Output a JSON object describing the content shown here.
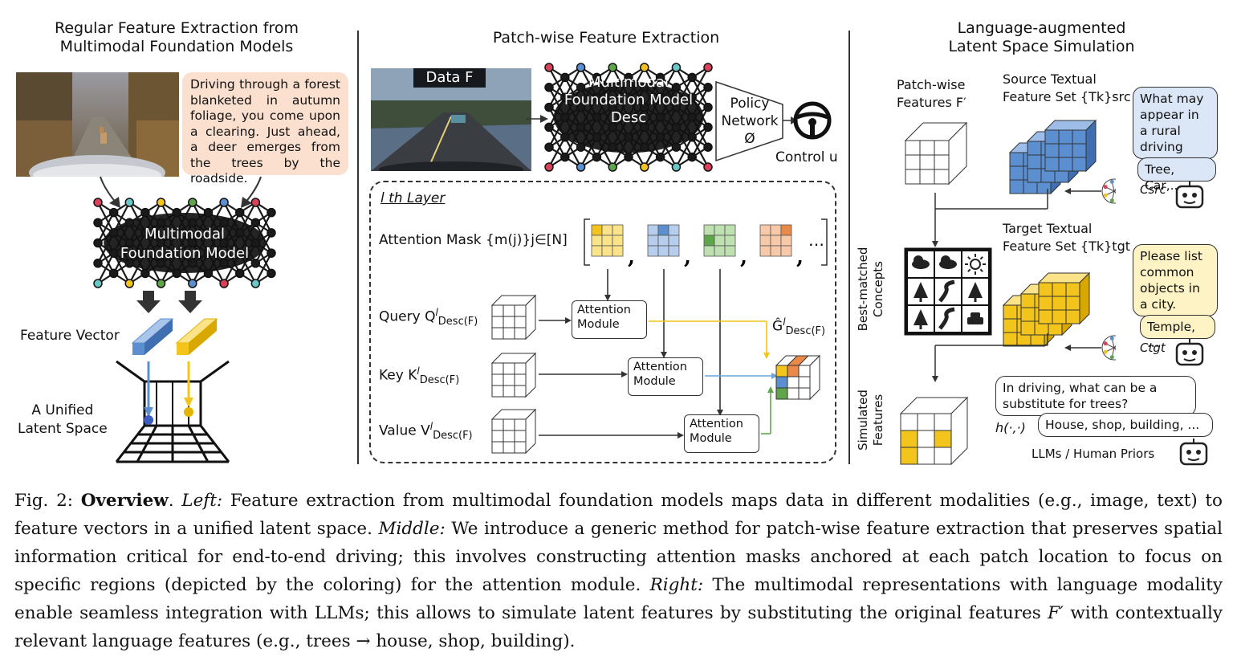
{
  "left": {
    "title_line1": "Regular Feature Extraction from",
    "title_line2": "Multimodal Foundation Models",
    "text_bubble": "Driving through a forest blanketed in autumn foliage, you come upon a clearing. Just ahead, a deer emerges from the trees by the roadside.",
    "model_label_line1": "Multimodal",
    "model_label_line2": "Foundation Model",
    "feature_vector_label": "Feature Vector",
    "latent_label_line1": "A Unified",
    "latent_label_line2": "Latent Space"
  },
  "middle": {
    "title": "Patch-wise Feature Extraction",
    "data_label": "Data F",
    "model_label_line1": "Multimodal",
    "model_label_line2": "Foundation Model",
    "model_label_line3": "Desc",
    "policy_line1": "Policy",
    "policy_line2": "Network",
    "policy_line3": "Ø",
    "control_label": "Control u",
    "layer_label": "l th Layer",
    "attention_mask_label": "Attention Mask {m(j)}j∈[N]",
    "query_label": "Query Q",
    "key_label": "Key K",
    "value_label": "Value V",
    "sub_desc": "Desc(F)",
    "sup_l": "l",
    "attention_module_line1": "Attention",
    "attention_module_line2": "Module",
    "output_label": "Ĝ",
    "ellipsis": "…"
  },
  "right": {
    "title_line1": "Language-augmented",
    "title_line2": "Latent Space Simulation",
    "patch_features_line1": "Patch-wise",
    "patch_features_line2": "Features F′",
    "source_line1": "Source Textual",
    "source_line2": "Feature Set {Tk}src",
    "target_line1": "Target Textual",
    "target_line2": "Feature Set {Tk}tgt",
    "best_matched_line1": "Best-matched",
    "best_matched_line2": "Concepts",
    "simulated_line1": "Simulated",
    "simulated_line2": "Features",
    "q_src": "What may appear in a rural driving scenario?",
    "a_src": "Tree, Car,...",
    "q_tgt": "Please list common objects in a city.",
    "a_tgt": "Temple, ...",
    "c_src": "Csrc",
    "c_tgt": "Ctgt",
    "q_sub": "In driving, what can be a substitute for trees?",
    "a_sub": "House, shop, building, ...",
    "h_label": "h(·,·)",
    "llm_label": "LLMs / Human Priors"
  },
  "caption": {
    "fig": "Fig. 2:",
    "overview": "Overview",
    "left_label": "Left:",
    "left_text": "Feature extraction from multimodal foundation models maps data in different modalities (e.g., image, text) to feature vectors in a unified latent space.",
    "middle_label": "Middle:",
    "middle_text": "We introduce a generic method for patch-wise feature extraction that preserves spatial information critical for end-to-end driving; this involves constructing attention masks anchored at each patch location to focus on specific regions (depicted by the coloring) for the attention module.",
    "right_label": "Right:",
    "right_text": "The multimodal representations with language modality enable seamless integration with LLMs; this allows to simulate latent features by substituting the original features",
    "right_text_var": "F′",
    "right_text_end": "with contextually relevant language features (e.g., trees → house, shop, building)."
  },
  "colors": {
    "blue": "#5b8fd0",
    "yellow": "#f2c41c",
    "green": "#5fa64a",
    "orange": "#ea8a4a",
    "peach_bubble": "#fbe0cf",
    "blue_bubble": "#dbe6f6",
    "yellow_bubble": "#fdf3c4"
  }
}
